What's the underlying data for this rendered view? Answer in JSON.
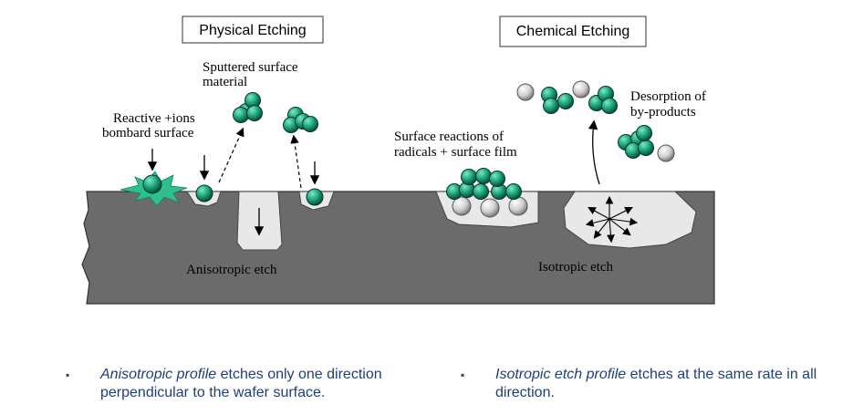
{
  "physical": {
    "title": "Physical Etching",
    "ions_label_1": "Reactive +ions",
    "ions_label_2": "bombard surface",
    "sputter_label_1": "Sputtered surface",
    "sputter_label_2": "material",
    "etch_label": "Anisotropic etch"
  },
  "chemical": {
    "title": "Chemical Etching",
    "reactions_label_1": "Surface reactions of",
    "reactions_label_2": "radicals + surface film",
    "desorption_label_1": "Desorption of",
    "desorption_label_2": "by-products",
    "etch_label": "Isotropic etch"
  },
  "bullets": [
    {
      "mark": "▪",
      "emph": "Anisotropic profile",
      "rest": " etches only one direction perpendicular to the wafer surface."
    },
    {
      "mark": "▪",
      "emph": "Isotropic etch profile",
      "rest": " etches at the same rate in all direction."
    }
  ],
  "colors": {
    "substrate": "#6b6b6b",
    "cavity": "#e8e8e8",
    "particle_green": "#1aa37a",
    "particle_grey": "#cfcfcf",
    "burst": "#2fbf8f",
    "bullet_text": "#1f3f77"
  }
}
